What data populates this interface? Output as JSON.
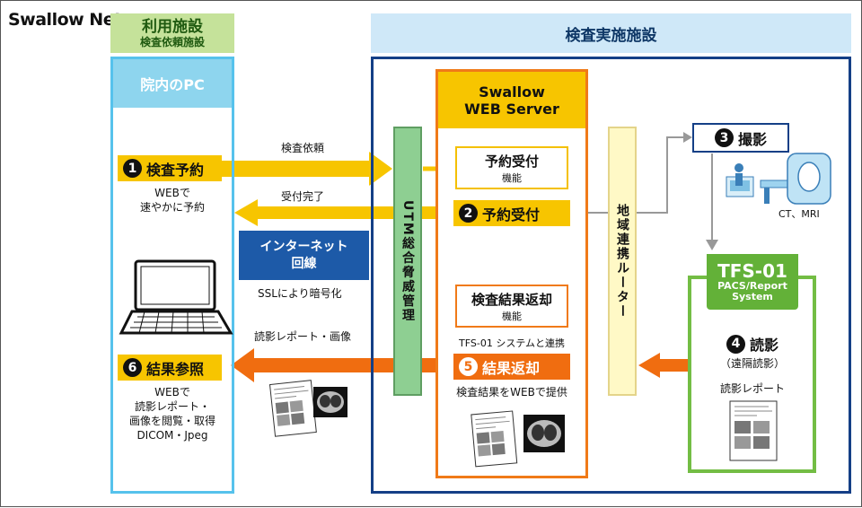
{
  "brand": "Swallow Net",
  "left_header": {
    "title": "利用施設",
    "subtitle": "検査依頼施設"
  },
  "right_header": {
    "title": "検査実施施設"
  },
  "pc_panel": {
    "title": "院内のPC",
    "step1": {
      "num": "1",
      "label": "検査予約"
    },
    "step1_note": [
      "WEBで",
      "速やかに予約"
    ],
    "step6": {
      "num": "6",
      "label": "結果参照"
    },
    "step6_note": [
      "WEBで",
      "読影レポート・",
      "画像を閲覧・取得",
      "DICOM・Jpeg"
    ]
  },
  "arrows": {
    "request": "検査依頼",
    "accept_done": "受付完了",
    "report_image": "読影レポート・画像"
  },
  "internet": {
    "line1": "インターネット",
    "line2": "回線",
    "note": "SSLにより暗号化"
  },
  "utm": "UTM総合脅威管理",
  "web_server": {
    "title_line1": "Swallow",
    "title_line2": "WEB Server",
    "reservation_func": {
      "main": "予約受付",
      "sub": "機能"
    },
    "step2": {
      "num": "2",
      "label": "予約受付"
    },
    "result_func": {
      "main": "検査結果返却",
      "sub": "機能"
    },
    "tfs_link": "TFS-01 システムと連携",
    "step5": {
      "num": "5",
      "label": "結果返却"
    },
    "provide": "検査結果をWEBで提供"
  },
  "router": "地域連携ルーター",
  "capture": {
    "num": "3",
    "label": "撮影"
  },
  "modality": "CT、MRI",
  "tfs": {
    "name": "TFS-01",
    "sub1": "PACS/Report",
    "sub2": "System",
    "step4": {
      "num": "4",
      "label": "読影"
    },
    "remote": "（遠隔読影）",
    "report": "読影レポート"
  },
  "colors": {
    "yellow": "#f7c500",
    "orange": "#f06d10",
    "navy": "#143f86",
    "sky": "#56c2ec",
    "green": "#73bd44"
  }
}
